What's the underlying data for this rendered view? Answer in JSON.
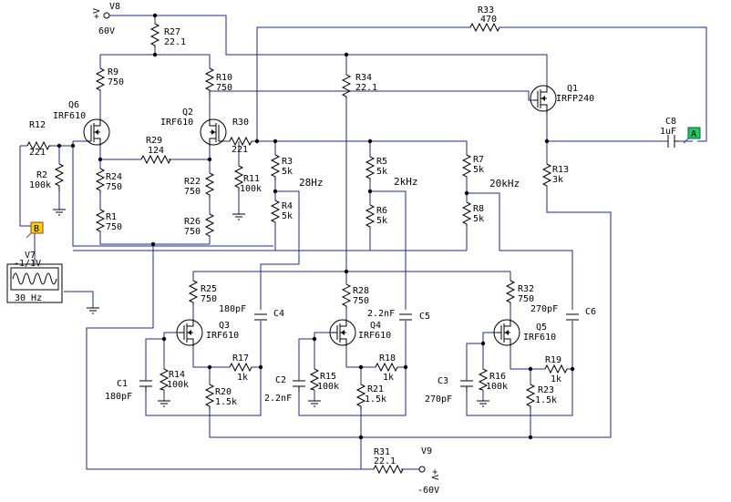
{
  "labels": {
    "v8": "V8",
    "v8_polarity": "+V",
    "v8_value": "60V",
    "v9": "V9",
    "v9_polarity": "+V",
    "v9_value": "-60V",
    "v7": "V7",
    "v7_value": "-1/1V",
    "v7_freq": "30 Hz",
    "r27": "R27",
    "r27_v": "22.1",
    "r33": "R33",
    "r33_v": "470",
    "r9": "R9",
    "r9_v": "750",
    "r10": "R10",
    "r10_v": "750",
    "r34": "R34",
    "r34_v": "22.1",
    "q1": "Q1",
    "q1_v": "IRFP240",
    "q2": "Q2",
    "q2_v": "IRF610",
    "q3": "Q3",
    "q3_v": "IRF610",
    "q4": "Q4",
    "q4_v": "IRF610",
    "q5": "Q5",
    "q5_v": "IRF610",
    "q6": "Q6",
    "q6_v": "IRF610",
    "r12": "R12",
    "r12_v": "221",
    "r29": "R29",
    "r29_v": "124",
    "r30": "R30",
    "r30_v": "221",
    "r2": "R2",
    "r2_v": "100k",
    "r24": "R24",
    "r24_v": "750",
    "r22": "R22",
    "r22_v": "750",
    "r1": "R1",
    "r1_v": "750",
    "r26": "R26",
    "r26_v": "750",
    "r11": "R11",
    "r11_v": "100k",
    "r3": "R3",
    "r3_v": "5k",
    "r4": "R4",
    "r4_v": "5k",
    "r5": "R5",
    "r5_v": "5k",
    "r6": "R6",
    "r6_v": "5k",
    "r7": "R7",
    "r7_v": "5k",
    "r8": "R8",
    "r8_v": "5k",
    "r13": "R13",
    "r13_v": "3k",
    "c8": "C8",
    "c8_v": "1uF",
    "f1": "28Hz",
    "f2": "2kHz",
    "f3": "20kHz",
    "r25": "R25",
    "r25_v": "750",
    "r28": "R28",
    "r28_v": "750",
    "r32": "R32",
    "r32_v": "750",
    "c4": "C4",
    "c4_v": "180pF",
    "c5": "C5",
    "c5_v": "2.2nF",
    "c6": "C6",
    "c6_v": "270pF",
    "r17": "R17",
    "r17_v": "1k",
    "r18": "R18",
    "r18_v": "1k",
    "r19": "R19",
    "r19_v": "1k",
    "r14": "R14",
    "r14_v": "100k",
    "r15": "R15",
    "r15_v": "100k",
    "r16": "R16",
    "r16_v": "100k",
    "c1": "C1",
    "c1_v": "180pF",
    "c2": "C2",
    "c2_v": "2.2nF",
    "c3": "C3",
    "c3_v": "270pF",
    "r20": "R20",
    "r20_v": "1.5k",
    "r21": "R21",
    "r21_v": "1.5k",
    "r23": "R23",
    "r23_v": "1.5k",
    "r31": "R31",
    "r31_v": "22.1",
    "probe_a": "A",
    "probe_b": "B"
  },
  "colors": {
    "wire": "#1f2a8a",
    "component": "#000000",
    "probe_a": "#22c55e",
    "probe_b": "#facc15"
  }
}
